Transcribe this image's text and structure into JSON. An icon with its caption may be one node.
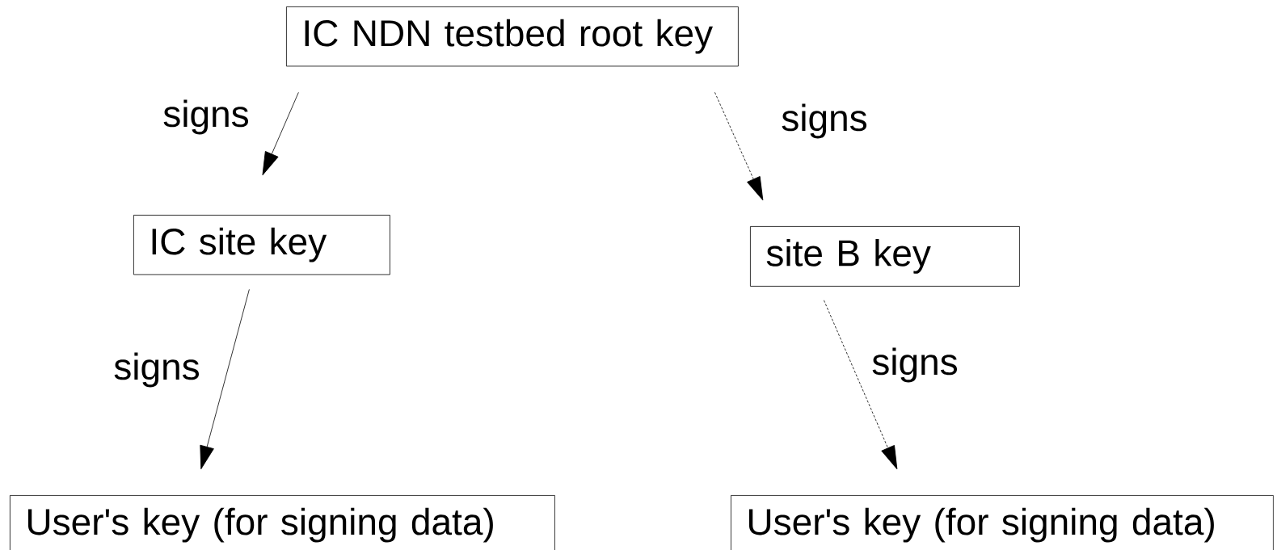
{
  "diagram": {
    "nodes": [
      {
        "text": [
          "IC NDN testbed root key"
        ]
      },
      {
        "text": [
          "IC site key"
        ]
      },
      {
        "text": [
          "site B key"
        ]
      },
      {
        "text": [
          "User's key (for signing data)"
        ]
      },
      {
        "text": [
          "User's key (for signing data)"
        ]
      }
    ],
    "edges": [
      {
        "from": 0,
        "to": 1,
        "arrow": "to",
        "label": "signs"
      },
      {
        "from": 0,
        "to": 2,
        "arrow": "to",
        "label": "signs",
        "style": "dashed"
      },
      {
        "from": 1,
        "to": 3,
        "arrow": "to",
        "label": "signs"
      },
      {
        "from": 2,
        "to": 4,
        "arrow": "to",
        "label": "signs",
        "style": "dashed"
      }
    ]
  }
}
